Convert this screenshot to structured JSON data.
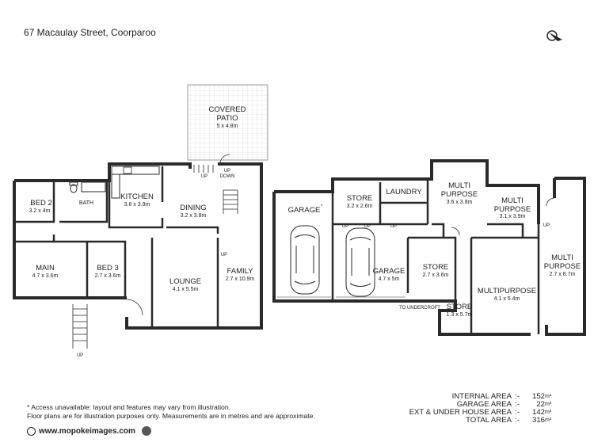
{
  "header": {
    "address": "67 Macaulay Street, Coorparoo"
  },
  "rooms": {
    "covered_patio": {
      "name1": "COVERED",
      "name2": "PATIO",
      "dim": "5 x 4.8m"
    },
    "bed2": {
      "name": "BED 2",
      "dim": "3.2 x 4m"
    },
    "bath": {
      "name": "BATH"
    },
    "kitchen": {
      "name": "KITCHEN",
      "dim": "3.6 x 3.9m"
    },
    "dining": {
      "name": "DINING",
      "dim": "3.2 x 3.8m"
    },
    "main": {
      "name": "MAIN",
      "dim": "4.7 x 3.6m"
    },
    "bed3": {
      "name": "BED 3",
      "dim": "2.7 x 3.6m"
    },
    "lounge": {
      "name": "LOUNGE",
      "dim": "4.1 x 5.5m"
    },
    "family": {
      "name": "FAMILY",
      "dim": "2.7 x 10.9m"
    },
    "garage_left": {
      "name": "GARAGE",
      "mark": "*"
    },
    "store1": {
      "name": "STORE",
      "dim": "3.2 x 2.6m"
    },
    "laundry": {
      "name": "LAUNDRY"
    },
    "multi1": {
      "name1": "MULTI",
      "name2": "PURPOSE",
      "dim": "3.6 x 3.8m"
    },
    "multi2": {
      "name1": "MULTI",
      "name2": "PURPOSE",
      "dim": "3.1 x 3.9m"
    },
    "garage_right": {
      "name": "GARAGE",
      "dim": "4.7 x 5m"
    },
    "store2": {
      "name": "STORE",
      "dim": "2.7 x 3.6m"
    },
    "store3": {
      "name": "STORE",
      "dim": "1.3 x 5.7m"
    },
    "multipurpose": {
      "name": "MULTIPURPOSE",
      "dim": "4.1 x 5.4m"
    },
    "multi3": {
      "name1": "MULTI",
      "name2": "PURPOSE",
      "dim": "2.7 x 8.7m"
    }
  },
  "labels": {
    "up": "UP",
    "down": "DOWN",
    "to_undercroft": "TO UNDERCROFT"
  },
  "footer": {
    "note": "* Access unavailable: layout and features may vary from illustration.",
    "disclaimer": "Floor plans are for illustration purposes only. Measurements are in metres and are approximate.",
    "website": "www.mopokeimages.com"
  },
  "areas": [
    {
      "label": "INTERNAL AREA",
      "sep": ":-",
      "value": "152",
      "unit": "m²"
    },
    {
      "label": "GARAGE AREA",
      "sep": ":-",
      "value": "22",
      "unit": "m²"
    },
    {
      "label": "EXT & UNDER HOUSE AREA",
      "sep": ":-",
      "value": "142",
      "unit": "m²"
    },
    {
      "label": "TOTAL AREA",
      "sep": ":-",
      "value": "316",
      "unit": "m²"
    }
  ],
  "colors": {
    "wall": "#2a2a2a",
    "line": "#555555",
    "patio_grid": "#cfcfcf"
  },
  "icons": [
    "compass-north-icon",
    "globe-icon",
    "mopoke-logo-icon",
    "car-icon"
  ]
}
